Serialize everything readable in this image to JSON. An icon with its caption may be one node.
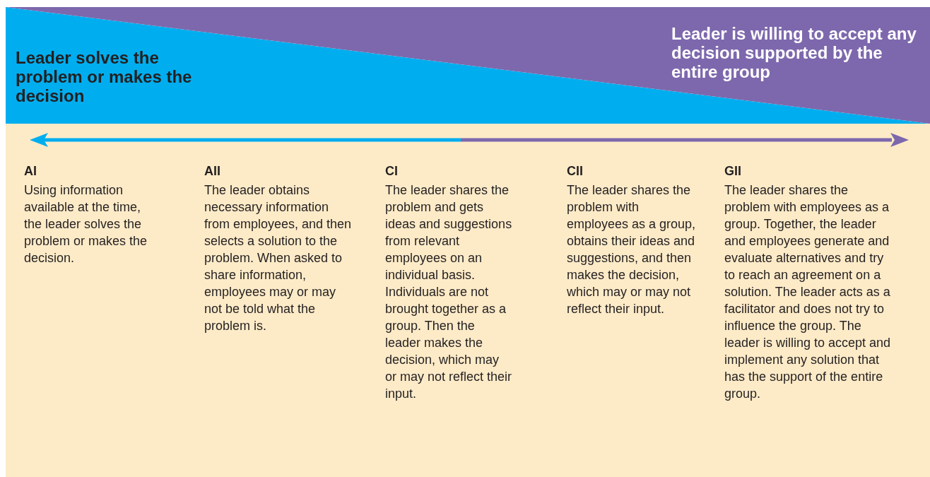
{
  "diagram": {
    "nodes": [
      {
        "text": [
          "Leader solves the problem or makes the decision"
        ]
      },
      {
        "text": [
          "Leader is willing to accept any decision supported by the entire group"
        ]
      }
    ],
    "labels": [
      "AI",
      "Using information available at the time, the leader solves the problem or makes the decision.",
      "AII",
      "The leader obtains necessary information from employees, and then selects a solution to the problem. When asked to share information, employees may or may not be told what the problem is.",
      "CI",
      "The leader shares the problem and gets ideas and suggestions from relevant employees on an individual basis. Individuals are not brought together as a group. Then the leader makes the decision, which may or may not reflect their input.",
      "CII",
      "The leader shares the problem with employees as a group, obtains their ideas and suggestions, and then makes the decision, which may or may not reflect their input.",
      "GII",
      "The leader shares the problem with employees as a group. Together, the leader and employees generate and evaluate alternatives and try to reach an agreement on a solution. The leader acts as a facilitator and does not try to influence the group. The leader is willing to accept and implement any solution that has the support of the entire group."
    ]
  }
}
